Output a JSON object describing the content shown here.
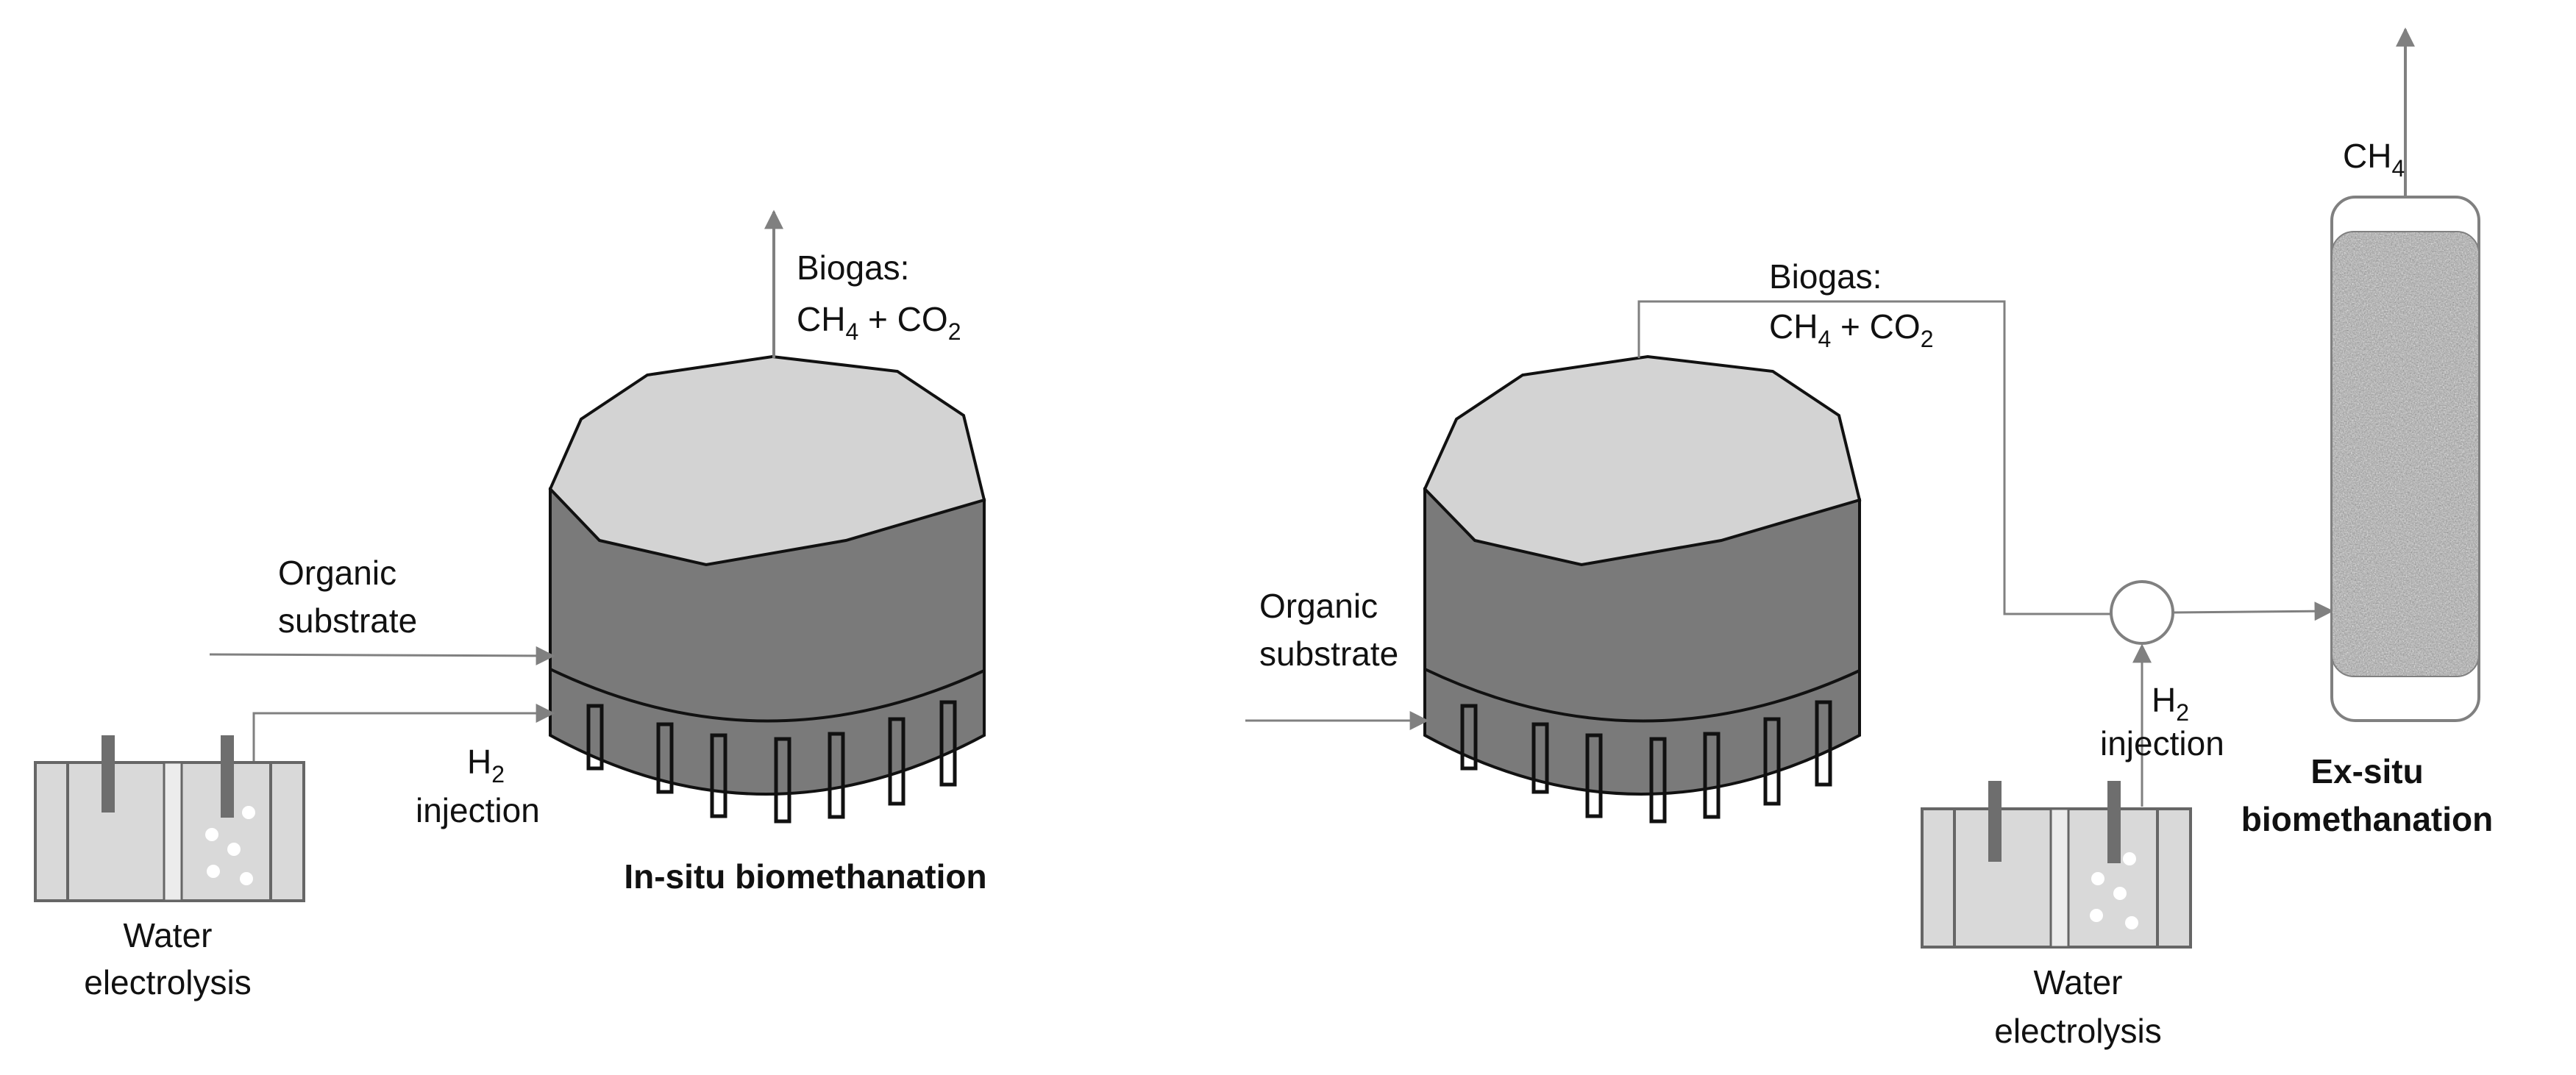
{
  "colors": {
    "line": "#808080",
    "outline": "#111111",
    "top_fill": "#d3d3d3",
    "body_fill": "#7a7a7a",
    "tank_fill": "#d9d9d9",
    "column_fill": "#a8a8a8"
  },
  "in_situ": {
    "biogas_label": "Biogas:",
    "biogas_formula": {
      "ch": "CH",
      "ch_sub": "4",
      "plus_co": " + CO",
      "co_sub": "2"
    },
    "organic_label": [
      "Organic",
      "substrate"
    ],
    "h2_label": {
      "h": "H",
      "h_sub": "2",
      "injection": "injection"
    },
    "electrolysis_label": [
      "Water",
      "electrolysis"
    ],
    "title": "In-situ biomethanation"
  },
  "ex_situ": {
    "biogas_label": "Biogas:",
    "biogas_formula": {
      "ch": "CH",
      "ch_sub": "4",
      "plus_co": " + CO",
      "co_sub": "2"
    },
    "organic_label": [
      "Organic",
      "substrate"
    ],
    "h2_label": {
      "h": "H",
      "h_sub": "2",
      "injection": "injection"
    },
    "electrolysis_label": [
      "Water",
      "electrolysis"
    ],
    "ch4_label": {
      "ch": "CH",
      "ch_sub": "4"
    },
    "title": [
      "Ex-situ",
      "biomethanation"
    ]
  }
}
